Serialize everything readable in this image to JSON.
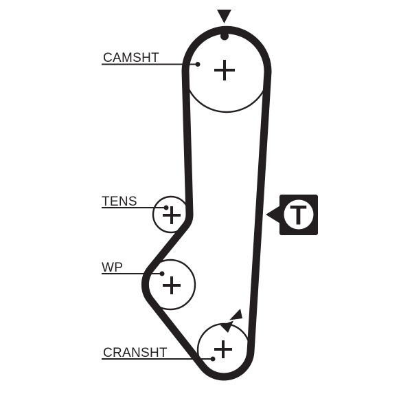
{
  "diagram": {
    "background_color": "#ffffff",
    "ink_color": "#231f20",
    "pulley_labels": {
      "camshaft": "CAMSHT",
      "tensioner": "TENS",
      "water_pump": "WP",
      "crankshaft": "CRANSHT"
    },
    "badge": {
      "label": "T"
    },
    "marks": {
      "camshaft_arrow_icon": "filled triangle pointing down",
      "camshaft_dot_icon": "filled dot on pulley rim",
      "crankshaft_arrows_icon": "two facing filled triangles",
      "badge_pointer_icon": "filled triangle pointing left at belt"
    }
  }
}
